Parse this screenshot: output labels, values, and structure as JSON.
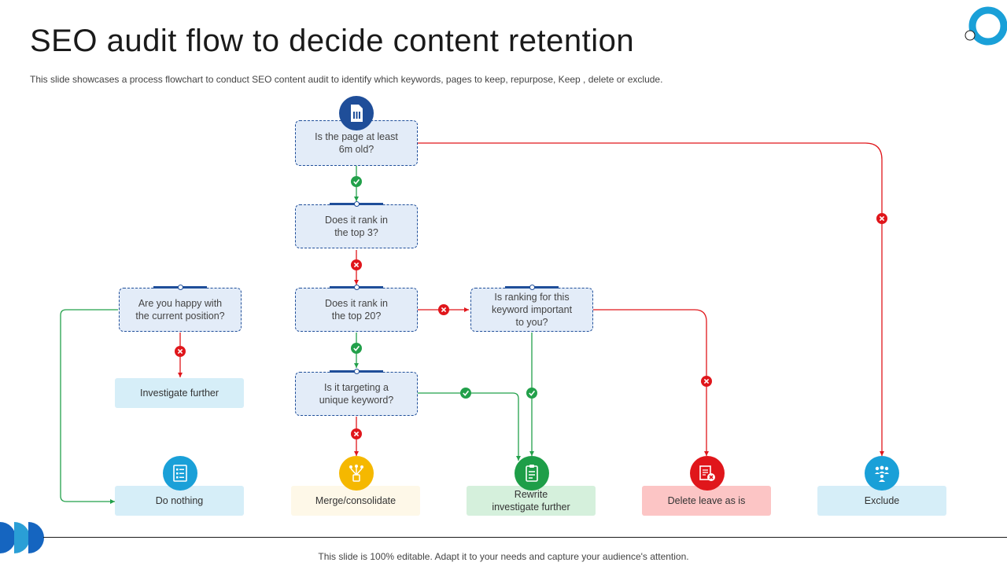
{
  "title": "SEO audit flow to decide content retention",
  "subtitle": "This slide showcases a process flowchart to conduct SEO  content audit to identify which keywords, pages to keep, repurpose, Keep , delete or exclude.",
  "footer": "This slide is 100% editable. Adapt it to your needs and capture your audience's attention.",
  "colors": {
    "question_fill": "#e3ecf8",
    "question_border": "#1f4e99",
    "yes": "#22a04a",
    "no": "#e0161b",
    "brand": "#1565c0"
  },
  "questions": {
    "q1": "Is the page at least\n6m old?",
    "q2": "Does it rank in\nthe top 3?",
    "q3": "Does it rank in\nthe top 20?",
    "q4": "Is it targeting a\nunique keyword?",
    "q5": "Is ranking for this\nkeyword important\nto you?",
    "q6": "Are you happy with\nthe current position?"
  },
  "outcomes": {
    "investigate": "Investigate further",
    "do_nothing": "Do nothing",
    "merge": "Merge/consolidate",
    "rewrite": "Rewrite\ninvestigate further",
    "delete": "Delete leave as is",
    "exclude": "Exclude"
  },
  "icons": {
    "top": "document-icon",
    "do_nothing": "checklist-icon",
    "merge": "merge-icon",
    "rewrite": "clipboard-icon",
    "delete": "delete-document-icon",
    "exclude": "team-icon"
  }
}
